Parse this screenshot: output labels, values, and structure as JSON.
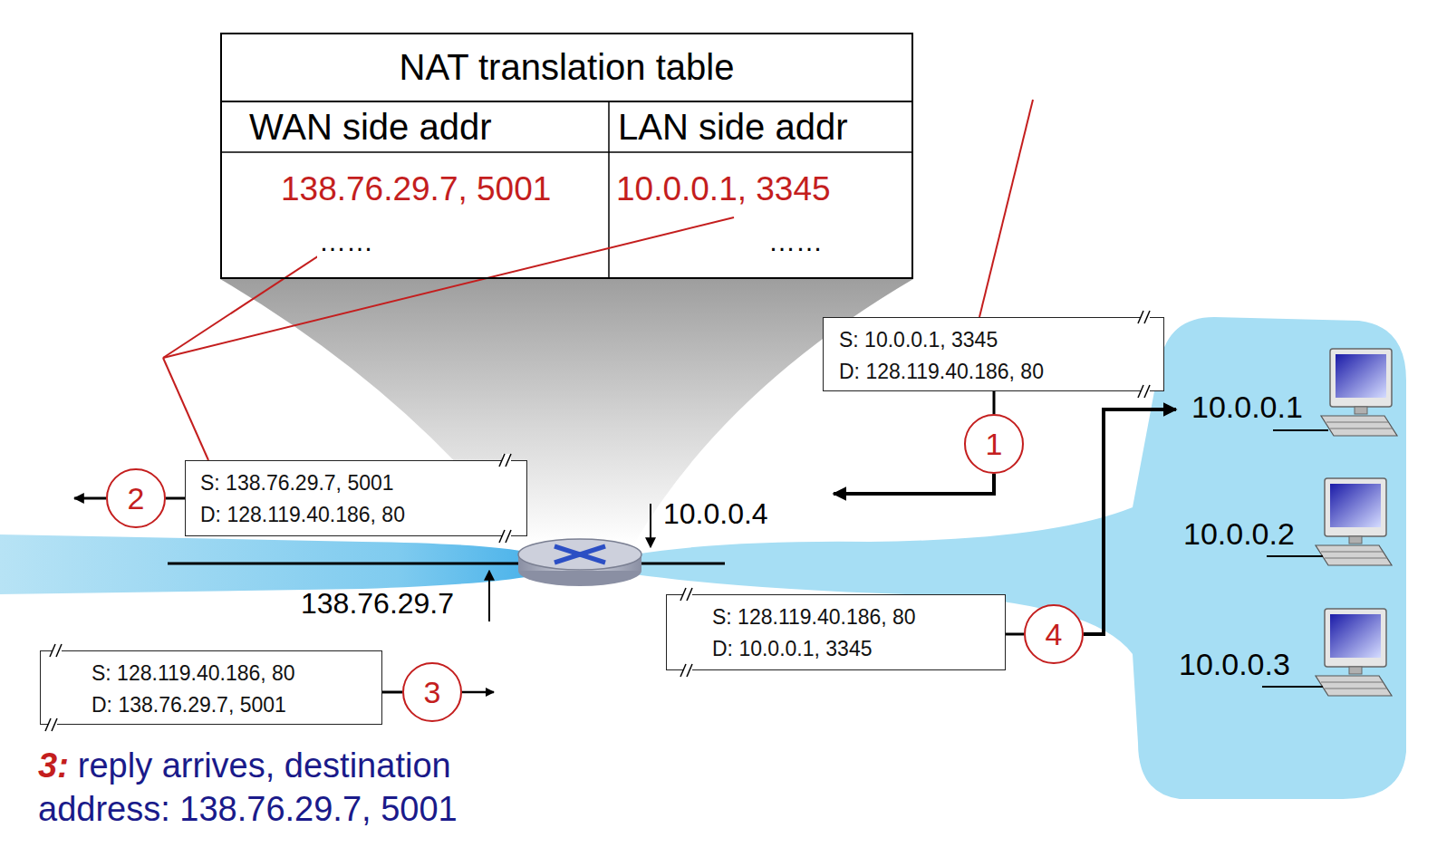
{
  "diagram": {
    "nodes": [
      {
        "text": [
          "NAT translation table"
        ]
      },
      {
        "text": [
          "S: 10.0.0.1, 3345",
          "D: 128.119.40.186, 80"
        ]
      },
      {
        "text": [
          "1"
        ]
      },
      {
        "text": [
          "2"
        ]
      },
      {
        "text": [
          "S: 138.76.29.7, 5001",
          "D: 128.119.40.186, 80"
        ]
      },
      {
        "text": [
          "S: 128.119.40.186, 80",
          "D: 10.0.0.1, 3345"
        ]
      },
      {
        "text": [
          "4"
        ]
      },
      {
        "text": [
          "S: 128.119.40.186, 80",
          "D: 138.76.29.7, 5001"
        ]
      },
      {
        "text": [
          "3"
        ]
      }
    ],
    "edges": [
      {
        "from": 1,
        "to": 2,
        "arrow": "none"
      },
      {
        "from": 4,
        "to": 3,
        "arrow": "none"
      },
      {
        "from": 5,
        "to": 6,
        "arrow": "none"
      },
      {
        "from": 7,
        "to": 8,
        "arrow": "none"
      }
    ],
    "labels": [
      "WAN side addr",
      "LAN side addr",
      "138.76.29.7, 5001",
      "10.0.0.1, 3345",
      "……",
      "……",
      "10.0.0.4",
      "138.76.29.7",
      "10.0.0.1",
      "10.0.0.2",
      "10.0.0.3",
      "3:",
      "reply arrives, destination address: 138.76.29.7, 5001"
    ]
  }
}
